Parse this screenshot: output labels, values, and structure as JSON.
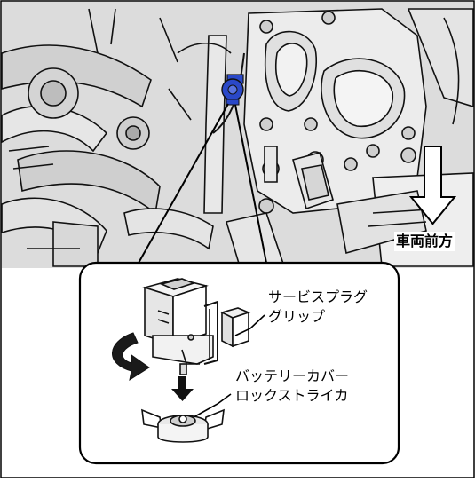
{
  "direction_label": "車両前方",
  "callouts": {
    "service_plug_grip_line1": "サービスプラグ",
    "service_plug_grip_line2": "グリップ",
    "battery_cover_lock_striker_line1": "バッテリーカバー",
    "battery_cover_lock_striker_line2": "ロックストライカ"
  },
  "colors": {
    "highlight_part": "#2a48c8",
    "line_art": "#111111",
    "shading": "#cfcfcf"
  },
  "icons": [
    "front-direction-arrow-icon",
    "rotation-arrow-icon",
    "down-arrow-icon"
  ]
}
